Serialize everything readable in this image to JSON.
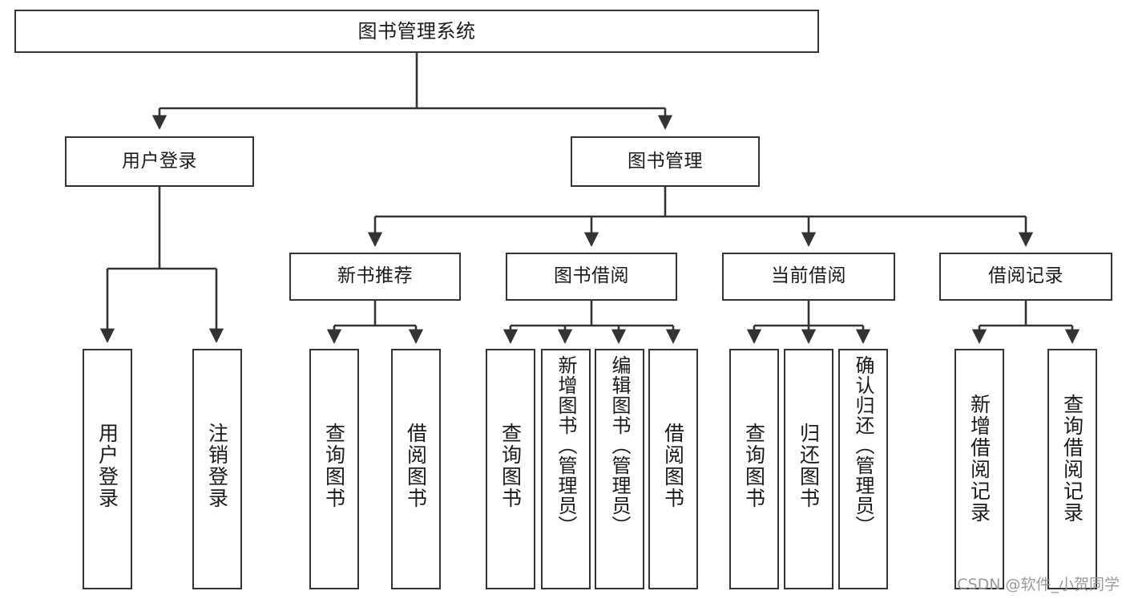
{
  "diagram": {
    "title": "图书管理系统",
    "type": "hierarchy-tree",
    "watermark": "CSDN @软件_小贺同学",
    "colors": {
      "box_border": "#333333",
      "box_fill": "#ffffff",
      "edge": "#333333",
      "text": "#1a1a1a",
      "watermark": "#9a9a9a",
      "background": "#ffffff"
    },
    "nodes": {
      "root": {
        "label": "图书管理系统"
      },
      "level2": [
        {
          "id": "user-login",
          "label": "用户登录"
        },
        {
          "id": "book-manage",
          "label": "图书管理"
        }
      ],
      "level3": [
        {
          "id": "new-book-recommend",
          "label": "新书推荐"
        },
        {
          "id": "book-borrow",
          "label": "图书借阅"
        },
        {
          "id": "current-borrow",
          "label": "当前借阅"
        },
        {
          "id": "borrow-record",
          "label": "借阅记录"
        }
      ],
      "leaves": {
        "user-login": [
          {
            "id": "leaf-user-login",
            "label": "用户登录"
          },
          {
            "id": "leaf-user-logout",
            "label": "注销登录"
          }
        ],
        "new-book-recommend": [
          {
            "id": "leaf-query-book-1",
            "label": "查询图书"
          },
          {
            "id": "leaf-borrow-book-1",
            "label": "借阅图书"
          }
        ],
        "book-borrow": [
          {
            "id": "leaf-query-book-2",
            "label": "查询图书"
          },
          {
            "id": "leaf-add-book",
            "label": "新增图书（管理员）"
          },
          {
            "id": "leaf-edit-book",
            "label": "编辑图书（管理员）"
          },
          {
            "id": "leaf-borrow-book-2",
            "label": "借阅图书"
          }
        ],
        "current-borrow": [
          {
            "id": "leaf-query-book-3",
            "label": "查询图书"
          },
          {
            "id": "leaf-return-book",
            "label": "归还图书"
          },
          {
            "id": "leaf-confirm-return",
            "label": "确认归还（管理员）"
          }
        ],
        "borrow-record": [
          {
            "id": "leaf-add-record",
            "label": "新增借阅记录"
          },
          {
            "id": "leaf-query-record",
            "label": "查询借阅记录"
          }
        ]
      }
    }
  }
}
